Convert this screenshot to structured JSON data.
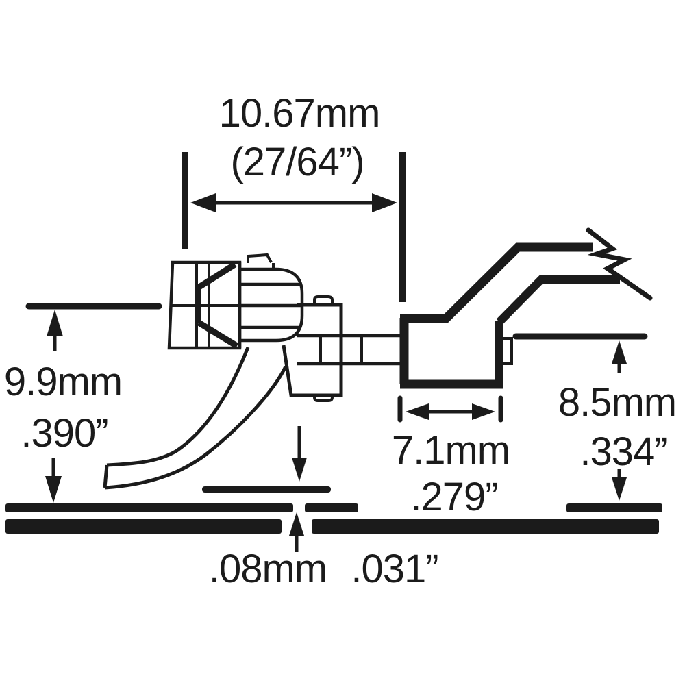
{
  "diagram": {
    "ink_color": "#1b1b1b",
    "dimensions": {
      "top_span": {
        "metric": "10.67mm",
        "imperial": "(27/64”)"
      },
      "left_height": {
        "metric": "9.9mm",
        "imperial": ".390”"
      },
      "box_length": {
        "metric": "7.1mm",
        "imperial": ".279”"
      },
      "right_height": {
        "metric": "8.5mm",
        "imperial": ".334”"
      },
      "rail_clearance": {
        "metric": ".08mm",
        "imperial": ".031”"
      }
    }
  }
}
